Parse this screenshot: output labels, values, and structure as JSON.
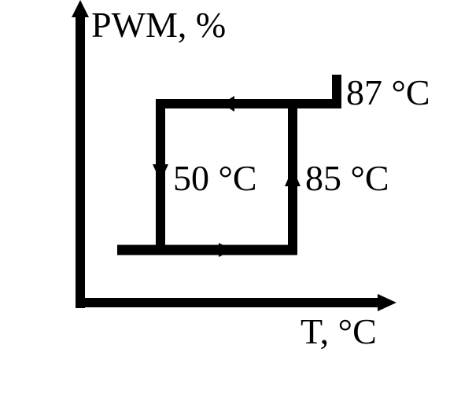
{
  "diagram": {
    "y_axis_label": "PWM, %",
    "x_axis_label": "T, °C",
    "thresholds": {
      "max": "87 °C",
      "off": "50 °C",
      "on": "85 °C"
    },
    "color": "#000000"
  }
}
